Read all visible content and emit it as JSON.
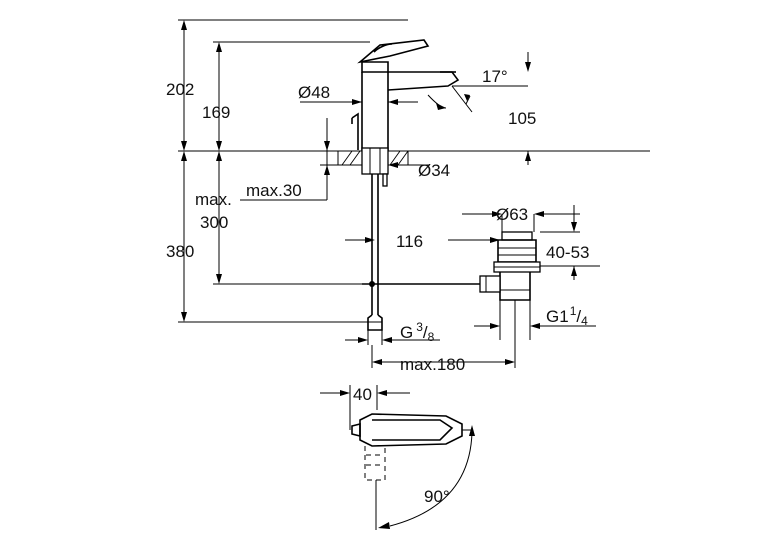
{
  "dimensions": {
    "d202": "202",
    "d169": "169",
    "d48": "Ø48",
    "d17": "17°",
    "d105": "105",
    "d34": "Ø34",
    "max": "max.",
    "max30": "max.30",
    "d300": "300",
    "d380": "380",
    "d116": "116",
    "d63": "Ø63",
    "d4053": "40-53",
    "g38_main": "G",
    "g38_sup": "3",
    "g38_sub": "8",
    "g114_main": "G1",
    "g114_sup": "1",
    "g114_sub": "4",
    "max180": "max.180",
    "d40": "40",
    "d90": "90°"
  }
}
